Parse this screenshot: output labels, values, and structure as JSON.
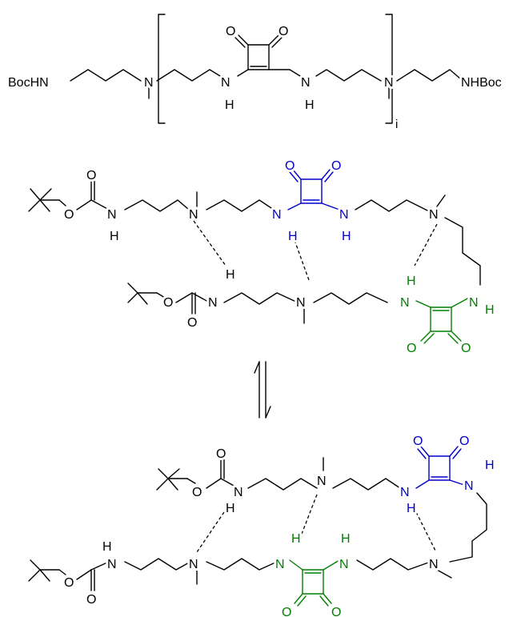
{
  "atoms": {
    "boc_hn": "BocHN",
    "nh_boc": "NHBoc",
    "n": "N",
    "h": "H",
    "o": "O",
    "subscript_i": "i"
  },
  "colors": {
    "default": "#000000",
    "squaramide_a": "#0000cc",
    "squaramide_b": "#008000"
  }
}
